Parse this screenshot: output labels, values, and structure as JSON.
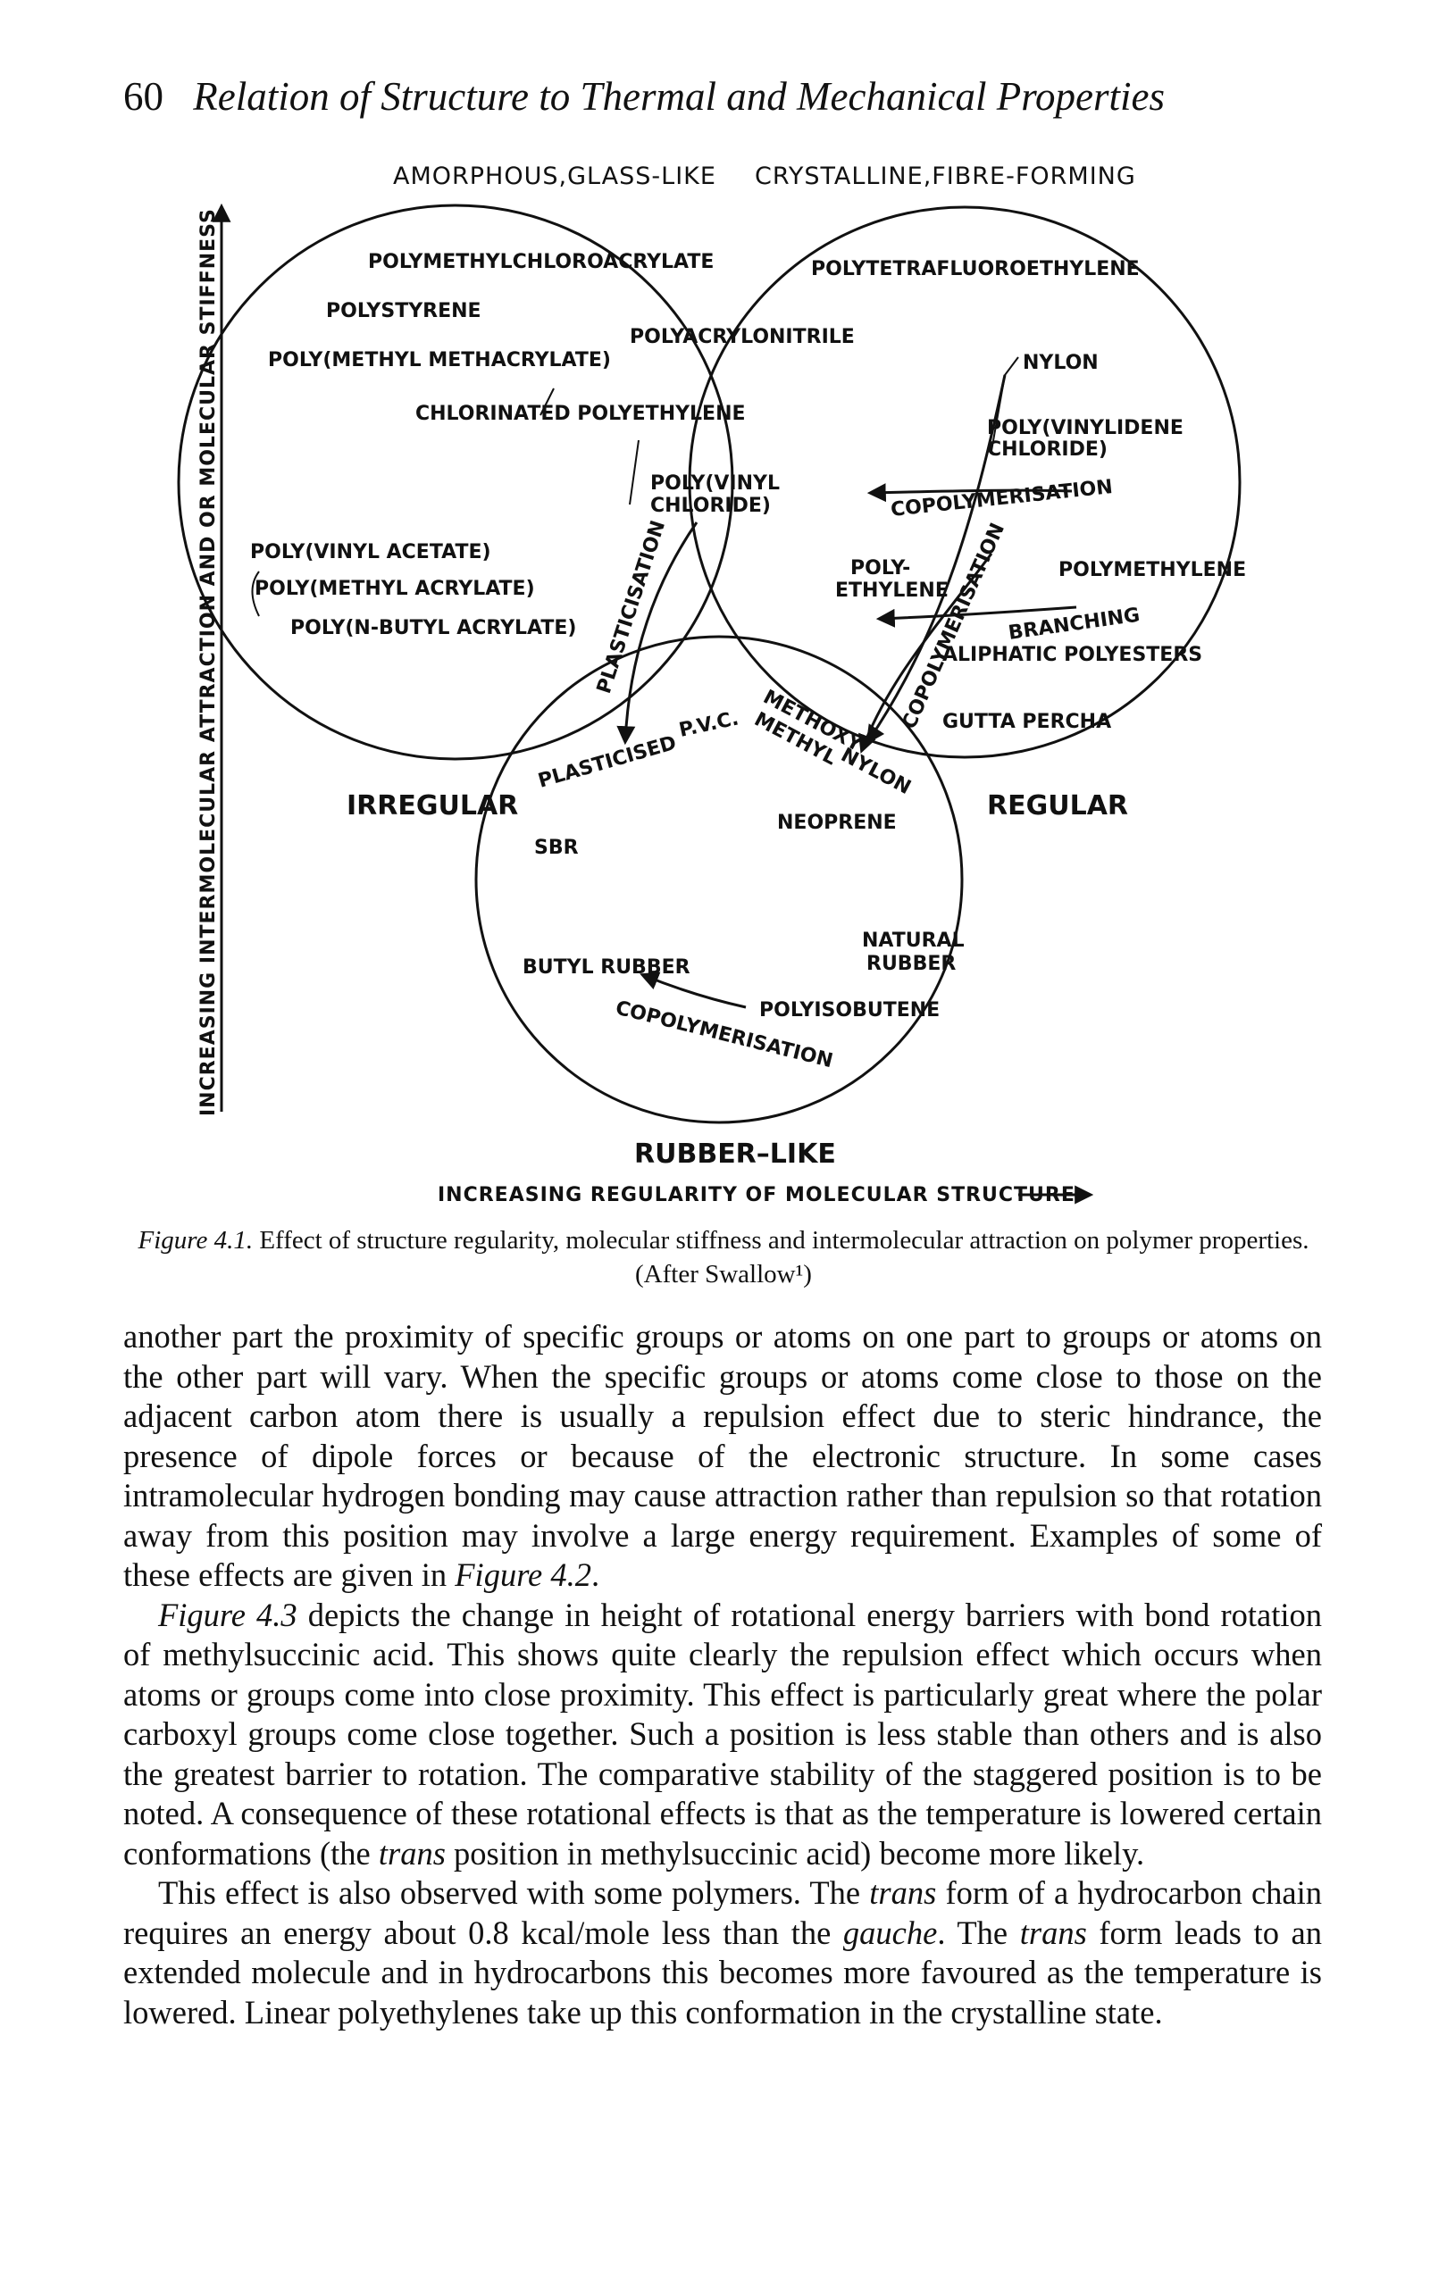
{
  "header": {
    "page_number": "60",
    "running_title": "Relation of Structure to Thermal and Mechanical Properties"
  },
  "figure": {
    "top_labels": {
      "left": "AMORPHOUS,GLASS-LIKE",
      "right": "CRYSTALLINE,FIBRE-FORMING"
    },
    "region_labels": {
      "irregular": "IRREGULAR",
      "regular": "REGULAR",
      "rubber_like": "RUBBER–LIKE"
    },
    "axes": {
      "vertical": "INCREASING INTERMOLECULAR ATTRACTION AND OR MOLECULAR STIFFNESS",
      "horizontal": "INCREASING REGULARITY OF MOLECULAR STRUCTURE"
    },
    "polymers": {
      "polymethylchloroacrylate": "POLYMETHYLCHLOROACRYLATE",
      "polystyrene": "POLYSTYRENE",
      "pmma": "POLY(METHYL METHACRYLATE)",
      "polyacrylonitrile": "POLYACRYLONITRILE",
      "chlorinated_pe": "CHLORINATED POLYETHYLENE",
      "pvc_line1": "POLY(VINYL",
      "pvc_line2": "CHLORIDE)",
      "pva": "POLY(VINYL ACETATE)",
      "pma": "POLY(METHYL ACRYLATE)",
      "pba": "POLY(N-BUTYL ACRYLATE)",
      "ptfe": "POLYTETRAFLUOROETHYLENE",
      "nylon": "NYLON",
      "pvdc_line1": "POLY(VINYLIDENE",
      "pvdc_line2": "CHLORIDE)",
      "poly_ethylene_line1": "POLY-",
      "poly_ethylene_line2": "ETHYLENE",
      "polymethylene": "POLYMETHYLENE",
      "aliphatic_polyesters": "ALIPHATIC POLYESTERS",
      "gutta_percha": "GUTTA PERCHA",
      "plasticised_pvc_word": "PLASTICISED",
      "plasticised_pvc_abbr": "P.V.C.",
      "methoxy_line1": "METHOXY",
      "methoxy_line2": "METHYL",
      "methoxy_line3": "NYLON",
      "sbr": "SBR",
      "neoprene": "NEOPRENE",
      "natural_rubber_line1": "NATURAL",
      "natural_rubber_line2": "RUBBER",
      "butyl_rubber": "BUTYL RUBBER",
      "polyisobutene": "POLYISOBUTENE"
    },
    "processes": {
      "plasticisation": "PLASTICISATION",
      "copolymerisation": "COPOLYMERISATION",
      "branching": "BRANCHING"
    }
  },
  "caption": {
    "label": "Figure 4.1.",
    "text": " Effect of structure regularity, molecular stiffness and intermolecular attraction on polymer properties. (After Swallow¹)"
  },
  "body": {
    "p1": "another part the proximity of specific groups or atoms on one part to groups or atoms on the other part will vary. When the specific groups or atoms come close to those on the adjacent carbon atom there is usually a repulsion effect due to steric hindrance, the presence of dipole forces or because of the electronic structure. In some cases intramolecular hydrogen bonding may cause attraction rather than repulsion so that rotation away from this position may involve a large energy requirement. Examples of some of these effects are given in ",
    "p1_ref": "Figure 4.2",
    "p1_end": ".",
    "p2_ref": "Figure 4.3",
    "p2": " depicts the change in height of rotational energy barriers with bond rotation of methylsuccinic acid. This shows quite clearly the repulsion effect which occurs when atoms or groups come into close proximity. This effect is particularly great where the polar carboxyl groups come close together. Such a position is less stable than others and is also the greatest barrier to rotation. The comparative stability of the staggered position is to be noted. A consequence of these rotational effects is that as the temperature is lowered certain conformations (the ",
    "p2_trans": "trans",
    "p2_end": " position in methylsuccinic acid) become more likely.",
    "p3_a": "This effect is also observed with some polymers. The ",
    "p3_trans1": "trans",
    "p3_b": " form of a hydrocarbon chain requires an energy about 0.8 kcal/mole less than the ",
    "p3_gauche": "gauche",
    "p3_c": ". The ",
    "p3_trans2": "trans",
    "p3_d": " form leads to an extended molecule and in hydrocarbons this becomes more favoured as the temperature is lowered. Linear polyethylenes take up this conformation in the crystalline state."
  }
}
